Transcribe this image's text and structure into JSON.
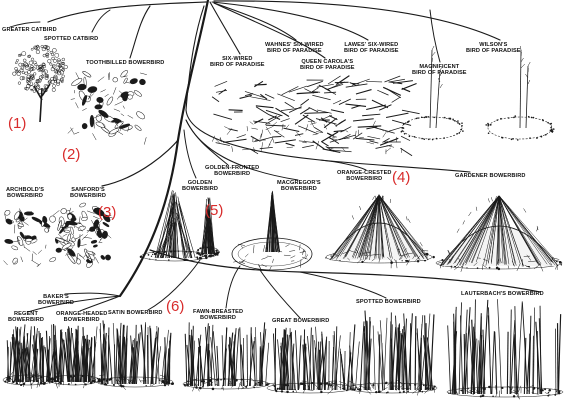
{
  "colors": {
    "ink": "#1a1a1a",
    "accent": "#d82b2b",
    "background": "#ffffff"
  },
  "labels": {
    "greater_catbird": "GREATER CATBIRD",
    "spotted_catbird": "SPOTTED CATBIRD",
    "toothbilled": "TOOTHBILLED BOWERBIRD",
    "six_wired": [
      "SIX-WIRED",
      "BIRD OF PARADISE"
    ],
    "wahnes": [
      "WAHNES' SIX-WIRED",
      "BIRD OF PARADISE"
    ],
    "queen_carola": [
      "QUEEN CAROLA'S",
      "BIRD OF PARADISE"
    ],
    "lawes": [
      "LAWES' SIX-WIRED",
      "BIRD OF PARADISE"
    ],
    "wilsons": [
      "WILSON'S",
      "BIRD OF PARADISE"
    ],
    "magnificent": [
      "MAGNIFICENT",
      "BIRD OF PARADISE"
    ],
    "archbolds": [
      "ARCHBOLD'S",
      "BOWERBIRD"
    ],
    "sanfords": [
      "SANFORD'S",
      "BOWERBIRD"
    ],
    "golden_fronted": [
      "GOLDEN-FRONTED",
      "BOWERBIRD"
    ],
    "golden": [
      "GOLDEN",
      "BOWERBIRD"
    ],
    "macgregors": [
      "MACGREGOR'S",
      "BOWERBIRD"
    ],
    "orange_crested": [
      "ORANGE-CRESTED",
      "BOWERBIRD"
    ],
    "gardener": "GARDENER BOWERBIRD",
    "bakers": [
      "BAKER'S",
      "BOWERBIRD"
    ],
    "regent": [
      "REGENT",
      "BOWERBIRD"
    ],
    "orange_headed": [
      "ORANGE-HEADED",
      "BOWERBIRD"
    ],
    "satin": "SATIN BOWERBIRD",
    "fawn_breasted": [
      "FAWN-BREASTED",
      "BOWERBIRD"
    ],
    "great": "GREAT BOWERBIRD",
    "spotted": "SPOTTED BOWERBIRD",
    "lauterbachs": "LAUTERBACH'S BOWERBIRD"
  },
  "markers": [
    "(1)",
    "(2)",
    "(3)",
    "(4)",
    "(5)",
    "(6)"
  ]
}
